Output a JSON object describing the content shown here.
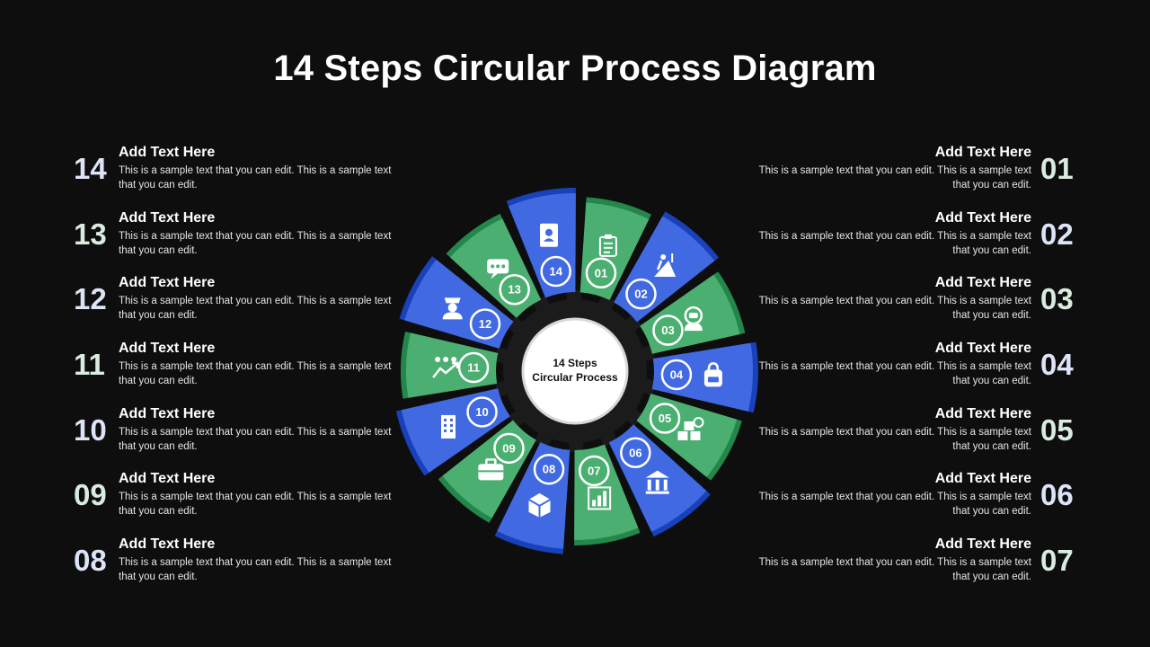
{
  "title": "14 Steps Circular Process Diagram",
  "center_text": [
    "14 Steps",
    "Circular Process"
  ],
  "colors": {
    "green": "#4caf72",
    "blue": "#4169e1",
    "background": "#0e0e0e",
    "gear": "#1b1b1b"
  },
  "steps": [
    {
      "num": "01",
      "heading": "Add Text Here",
      "text": "This is a sample text that you can edit. This is a sample text that you can edit.",
      "icon": "clipboard-icon",
      "color": "green"
    },
    {
      "num": "02",
      "heading": "Add Text Here",
      "text": "This is a sample text that you can edit. This is a sample text that you can edit.",
      "icon": "climber-icon",
      "color": "blue"
    },
    {
      "num": "03",
      "heading": "Add Text Here",
      "text": "This is a sample text that you can edit. This is a sample text that you can edit.",
      "icon": "astronaut-icon",
      "color": "green"
    },
    {
      "num": "04",
      "heading": "Add Text Here",
      "text": "This is a sample text that you can edit. This is a sample text that you can edit.",
      "icon": "backpack-icon",
      "color": "blue"
    },
    {
      "num": "05",
      "heading": "Add Text Here",
      "text": "This is a sample text that you can edit. This is a sample text that you can edit.",
      "icon": "boxes-icon",
      "color": "green"
    },
    {
      "num": "06",
      "heading": "Add Text Here",
      "text": "This is a sample text that you can edit. This is a sample text that you can edit.",
      "icon": "bank-icon",
      "color": "blue"
    },
    {
      "num": "07",
      "heading": "Add Text Here",
      "text": "This is a sample text that you can edit. This is a sample text that you can edit.",
      "icon": "bar-chart-icon",
      "color": "green"
    },
    {
      "num": "08",
      "heading": "Add Text Here",
      "text": "This is a sample text that you can edit. This is a sample text that you can edit.",
      "icon": "package-icon",
      "color": "blue"
    },
    {
      "num": "09",
      "heading": "Add Text Here",
      "text": "This is a sample text that you can edit. This is a sample text that you can edit.",
      "icon": "briefcase-icon",
      "color": "green"
    },
    {
      "num": "10",
      "heading": "Add Text Here",
      "text": "This is a sample text that you can edit. This is a sample text that you can edit.",
      "icon": "building-icon",
      "color": "blue"
    },
    {
      "num": "11",
      "heading": "Add Text Here",
      "text": "This is a sample text that you can edit. This is a sample text that you can edit.",
      "icon": "team-growth-icon",
      "color": "green"
    },
    {
      "num": "12",
      "heading": "Add Text Here",
      "text": "This is a sample text that you can edit. This is a sample text that you can edit.",
      "icon": "officer-icon",
      "color": "blue"
    },
    {
      "num": "13",
      "heading": "Add Text Here",
      "text": "This is a sample text that you can edit. This is a sample text that you can edit.",
      "icon": "chat-icon",
      "color": "green"
    },
    {
      "num": "14",
      "heading": "Add Text Here",
      "text": "This is a sample text that you can edit. This is a sample text that you can edit.",
      "icon": "contact-book-icon",
      "color": "blue"
    }
  ]
}
